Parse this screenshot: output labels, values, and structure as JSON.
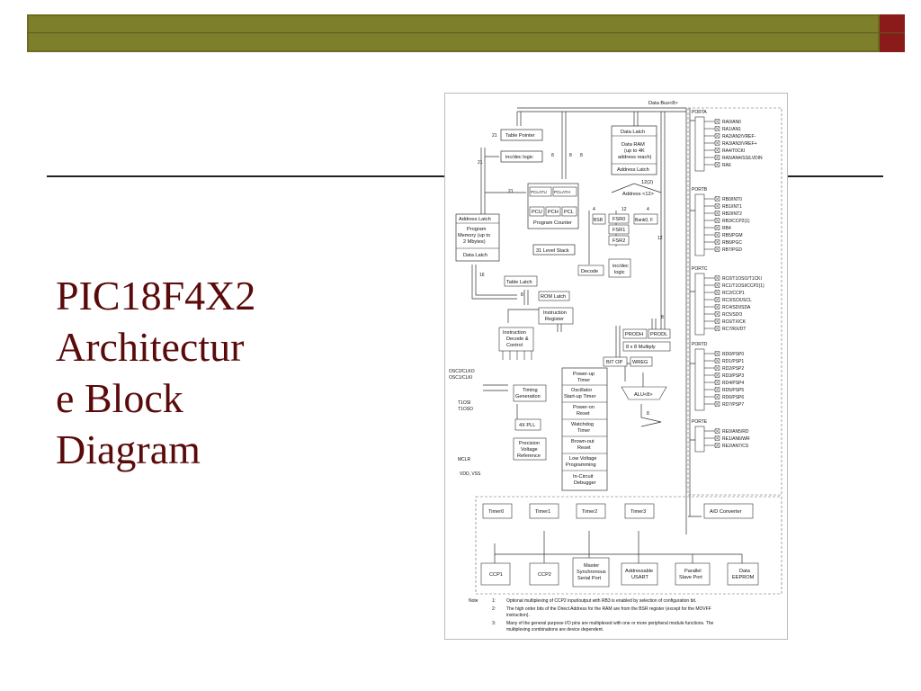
{
  "slide": {
    "title_lines": [
      "PIC18F4X2",
      "Architectur",
      "e Block",
      "Diagram"
    ],
    "colors": {
      "bar": "#7e7f2a",
      "accent": "#8b1a1a",
      "title": "#5a0a0a"
    }
  },
  "diagram": {
    "data_bus": "Data Bus<8>",
    "table_pointer": "Table Pointer",
    "inc_dec_logic": "inc/dec logic",
    "data_latch_top": "Data Latch",
    "data_ram": [
      "Data RAM",
      "(up to 4K",
      "address reach)"
    ],
    "address_latch_top": "Address Latch",
    "twelve_b": "12(2)",
    "address12": "Address <12>",
    "pclatu": "PCLATU",
    "pclath": "PCLATH",
    "pcu": "PCU",
    "pch": "PCH",
    "pcl": "PCL",
    "program_counter": "Program Counter",
    "addr_latch_left": "Address Latch",
    "program_memory": [
      "Program",
      "Memory (up to",
      "2 Mbytes)"
    ],
    "data_latch_left": "Data Latch",
    "stack": "31 Level Stack",
    "bsr": "BSR",
    "fsr0": "FSR0",
    "fsr1": "FSR1",
    "fsr2": "FSR2",
    "bank0f": "Bank0, F",
    "decode": "Decode",
    "incdec2": [
      "inc/dec",
      "logic"
    ],
    "table_latch": "Table Latch",
    "rom_latch": "ROM Latch",
    "instruction_register": [
      "Instruction",
      "Register"
    ],
    "instruction_decode": [
      "Instruction",
      "Decode &",
      "Control"
    ],
    "prodh": "PRODH",
    "prodl": "PRODL",
    "multiply": "8 x 8 Multiply",
    "bitop": "BIT OP",
    "wreg": "WREG",
    "alu": "ALU<8>",
    "osc_pins": [
      "OSC2/CLKO",
      "OSC1/CLKI"
    ],
    "t1osc_pins": [
      "T1OSI",
      "T1OSO"
    ],
    "timing_generation": [
      "Timing",
      "Generation"
    ],
    "pll": "4X PLL",
    "precision_voltage": [
      "Precision",
      "Voltage",
      "Reference"
    ],
    "mclr": "MCLR",
    "vdd_vss": "VDD, VSS",
    "power_blocks": [
      [
        "Power-up",
        "Timer"
      ],
      [
        "Oscillator",
        "Start-up Timer"
      ],
      [
        "Power-on",
        "Reset"
      ],
      [
        "Watchdog",
        "Timer"
      ],
      [
        "Brown-out",
        "Reset"
      ],
      [
        "Low Voltage",
        "Programming"
      ],
      [
        "In-Circuit",
        "Debugger"
      ]
    ],
    "porta": {
      "name": "PORTA",
      "pins": [
        "RA0/AN0",
        "RA1/AN1",
        "RA2/AN2/VREF-",
        "RA3/AN3/VREF+",
        "RA4/T0CKI",
        "RA5/AN4/SS/LVDIN",
        "RA6"
      ]
    },
    "portb": {
      "name": "PORTB",
      "pins": [
        "RB0/INT0",
        "RB1/INT1",
        "RB2/INT2",
        "RB3/CCP2(1)",
        "RB4",
        "RB5/PGM",
        "RB6/PGC",
        "RB7/PGD"
      ]
    },
    "portc": {
      "name": "PORTC",
      "pins": [
        "RC0/T1OSO/T1CKI",
        "RC1/T1OSI/CCP2(1)",
        "RC2/CCP1",
        "RC3/SCK/SCL",
        "RC4/SDI/SDA",
        "RC5/SDO",
        "RC6/TX/CK",
        "RC7/RX/DT"
      ]
    },
    "portd": {
      "name": "PORTD",
      "pins": [
        "RD0/PSP0",
        "RD1/PSP1",
        "RD2/PSP2",
        "RD3/PSP3",
        "RD4/PSP4",
        "RD5/PSP5",
        "RD6/PSP6",
        "RD7/PSP7"
      ]
    },
    "porte": {
      "name": "PORTE",
      "pins": [
        "RE0/AN5/RD",
        "RE1/AN6/WR",
        "RE2/AN7/CS"
      ]
    },
    "timers": [
      "Timer0",
      "Timer1",
      "Timer2",
      "Timer3"
    ],
    "ad_converter": "A/D Converter",
    "peripherals": [
      [
        "CCP1"
      ],
      [
        "CCP2"
      ],
      [
        "Master",
        "Synchronous",
        "Serial Port"
      ],
      [
        "Addressable",
        "USART"
      ],
      [
        "Parallel",
        "Slave Port"
      ],
      [
        "Data",
        "EEPROM"
      ]
    ],
    "bus_widths": {
      "b21": "21",
      "b8": "8",
      "b16": "16",
      "b4": "4",
      "b12": "12"
    },
    "note_label": "Note",
    "notes": [
      {
        "num": "1:",
        "lines": [
          "Optional multiplexing of CCP2 input/output with RB3 is enabled by selection of configuration bit."
        ]
      },
      {
        "num": "2:",
        "lines": [
          "The high order bits of the Direct Address for the RAM are from the BSR register (except for the MOVFF",
          "instruction)."
        ]
      },
      {
        "num": "3:",
        "lines": [
          "Many of the general purpose I/O pins are multiplexed with one or more peripheral module functions. The",
          "multiplexing combinations are device dependent."
        ]
      }
    ]
  }
}
